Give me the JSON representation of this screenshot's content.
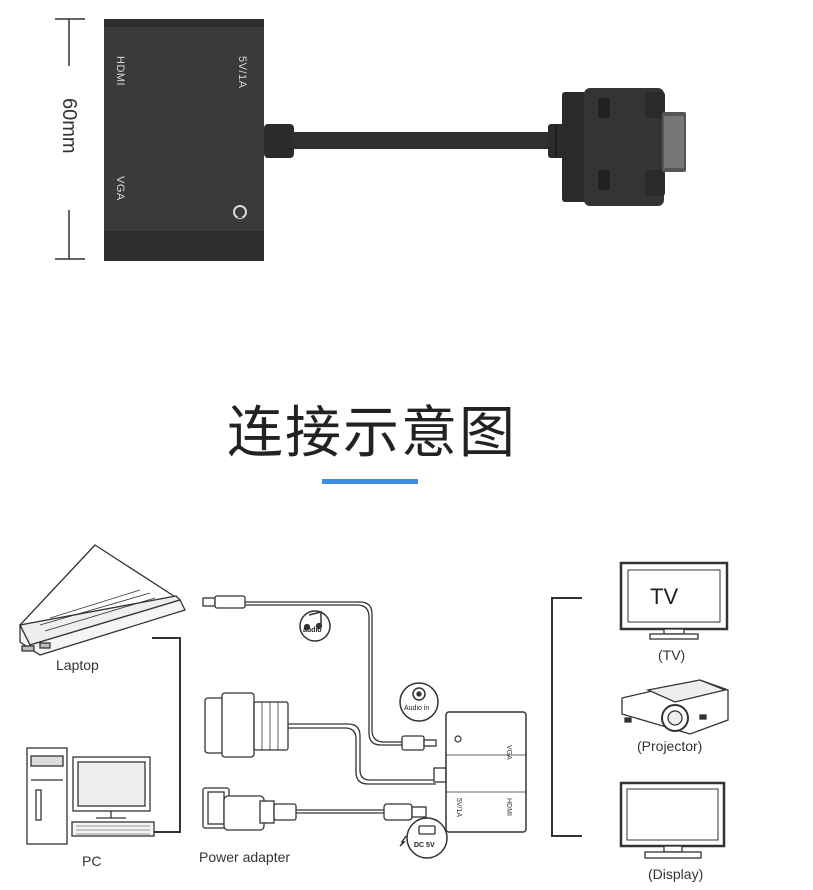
{
  "product": {
    "dimension_label": "60mm",
    "port_hdmi": "HDMI",
    "port_power": "5V/1A",
    "port_vga": "VGA"
  },
  "section": {
    "title": "连接示意图"
  },
  "diagram": {
    "laptop_label": "Laptop",
    "pc_label": "PC",
    "power_adapter_label": "Power adapter",
    "tv_screen_text": "TV",
    "tv_label": "(TV)",
    "projector_label": "(Projector)",
    "display_label": "(Display)",
    "audio_badge": "audio",
    "audio_in_badge": "Audio in",
    "dc_badge": "DC 5V",
    "adapter_port_vga": "VGA",
    "adapter_port_hdmi": "HDMI",
    "adapter_port_power": "5V/1A"
  },
  "colors": {
    "adapter_body": "#3a3a3a",
    "accent": "#3a8ee6",
    "line": "#333333"
  }
}
